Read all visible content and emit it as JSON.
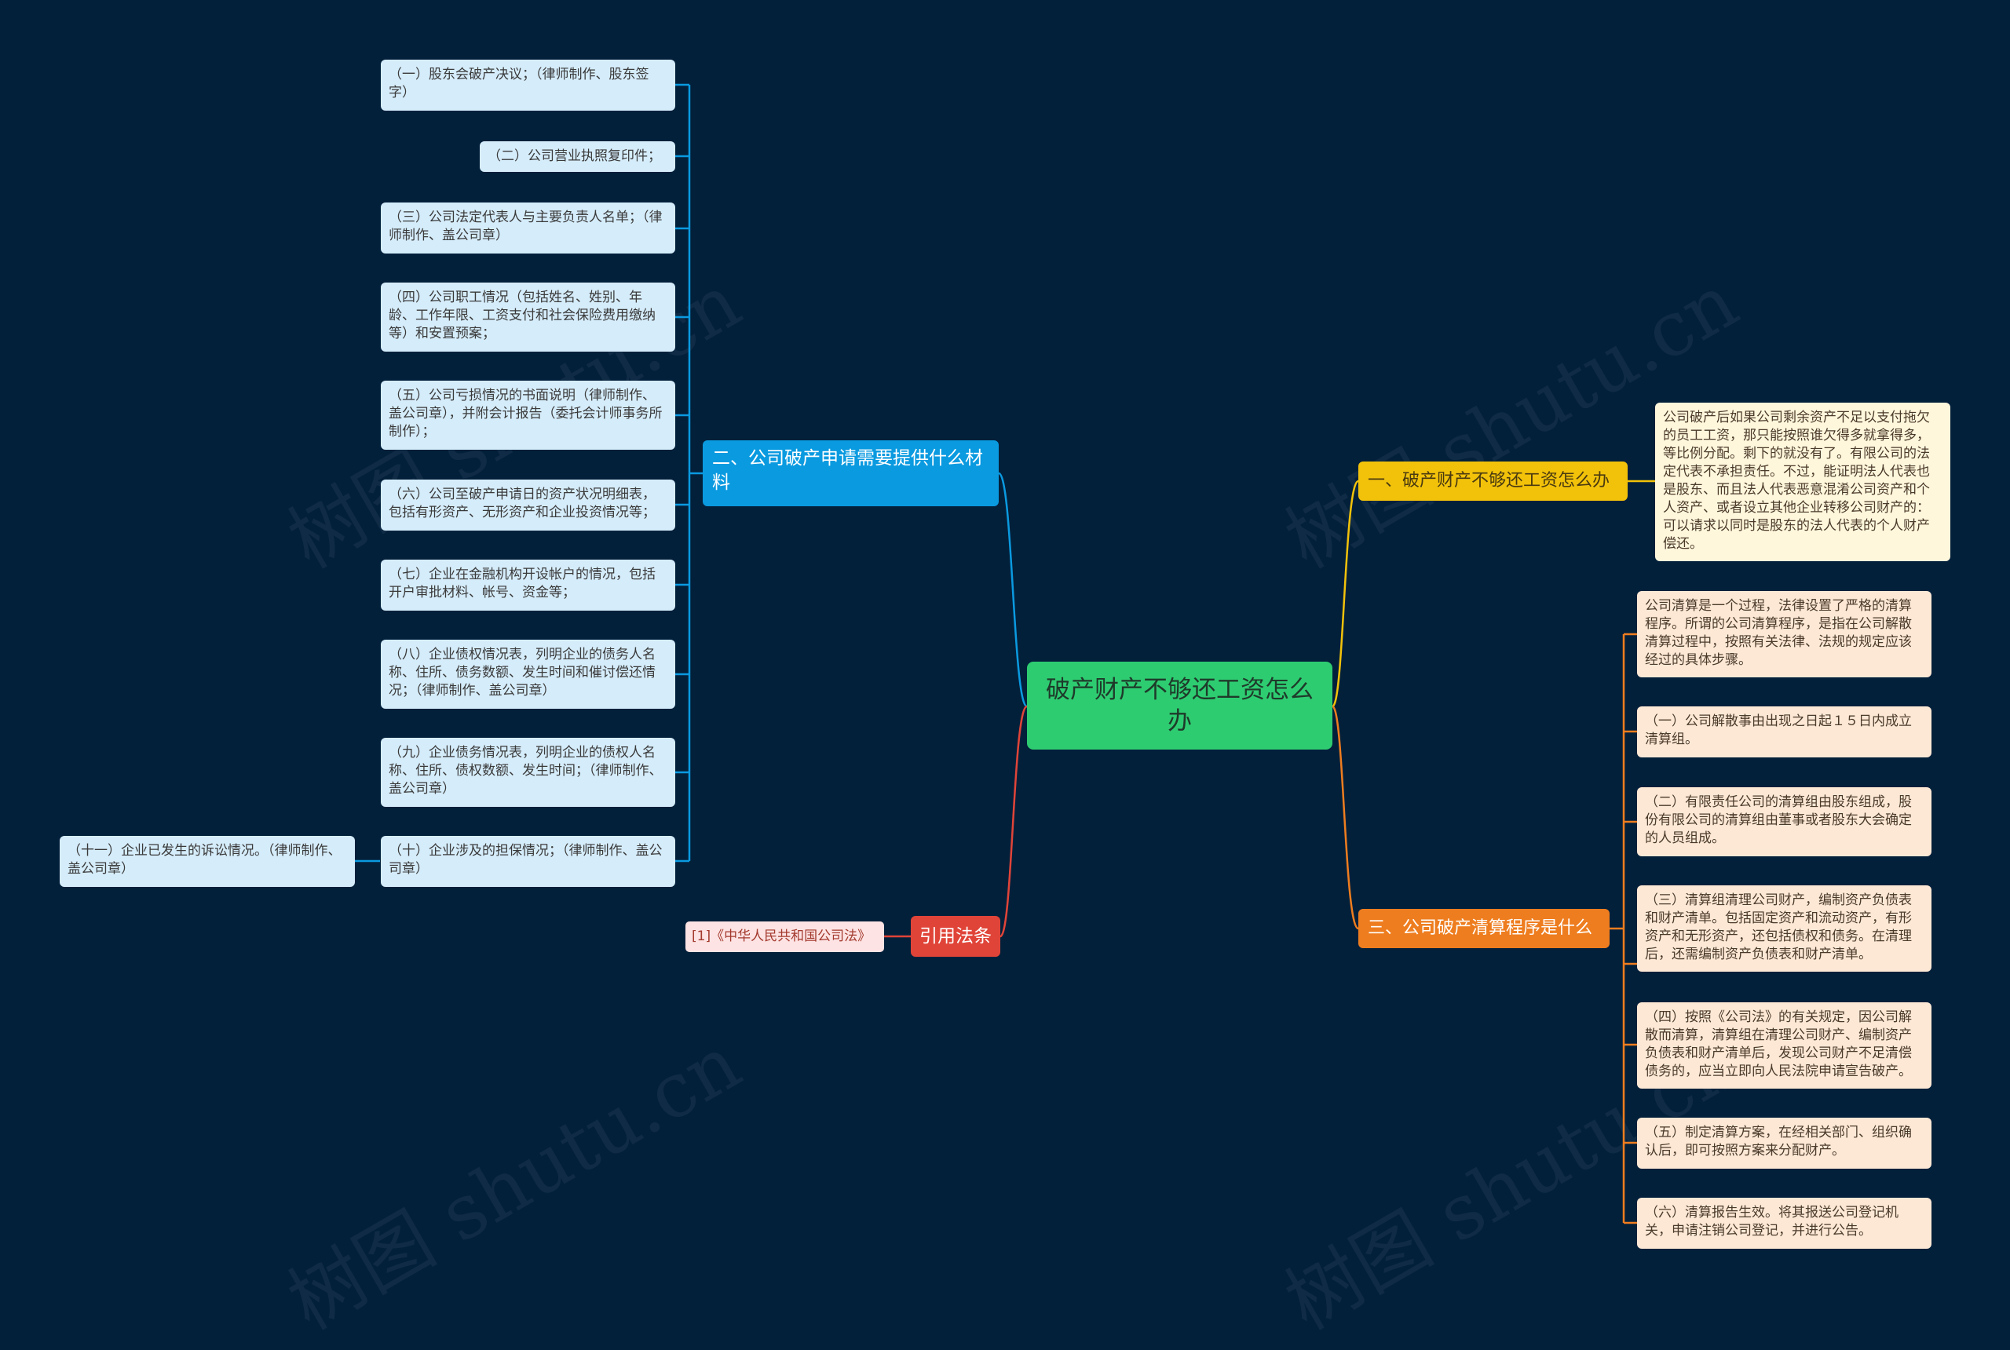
{
  "root": {
    "label": "破产财产不够还工资怎么办"
  },
  "branches": {
    "materials": {
      "label": "二、公司破产申请需要提供什么材料",
      "items": [
        "（一）股东会破产决议；（律师制作、股东签字）",
        "（二）公司营业执照复印件；",
        "（三）公司法定代表人与主要负责人名单；（律师制作、盖公司章）",
        "（四）公司职工情况（包括姓名、姓别、年龄、工作年限、工资支付和社会保险费用缴纳等）和安置预案；",
        "（五）公司亏损情况的书面说明（律师制作、盖公司章），并附会计报告（委托会计师事务所制作）；",
        "（六）公司至破产申请日的资产状况明细表，包括有形资产、无形资产和企业投资情况等；",
        "（七）企业在金融机构开设帐户的情况，包括开户审批材料、帐号、资金等；",
        "（八）企业债权情况表，列明企业的债务人名称、住所、债务数额、发生时间和催讨偿还情况；（律师制作、盖公司章）",
        "（九）企业债务情况表，列明企业的债权人名称、住所、债权数额、发生时间；（律师制作、盖公司章）",
        "（十）企业涉及的担保情况；（律师制作、盖公司章）"
      ],
      "sub_item": "（十一）企业已发生的诉讼情况。（律师制作、盖公司章）"
    },
    "citation": {
      "label": "引用法条",
      "ref": "[1]《中华人民共和国公司法》"
    },
    "wages": {
      "label": "一、破产财产不够还工资怎么办",
      "detail": "公司破产后如果公司剩余资产不足以支付拖欠的员工工资，那只能按照谁欠得多就拿得多，等比例分配。剩下的就没有了。有限公司的法定代表不承担责任。不过，能证明法人代表也是股东、而且法人代表恶意混淆公司资产和个人资产、或者设立其他企业转移公司财产的：可以请求以同时是股东的法人代表的个人财产偿还。"
    },
    "liquidation": {
      "label": "三、公司破产清算程序是什么",
      "items": [
        "公司清算是一个过程，法律设置了严格的清算程序。所谓的公司清算程序，是指在公司解散清算过程中，按照有关法律、法规的规定应该经过的具体步骤。",
        "（一）公司解散事由出现之日起１５日内成立清算组。",
        "（二）有限责任公司的清算组由股东组成，股份有限公司的清算组由董事或者股东大会确定的人员组成。",
        "（三）清算组清理公司财产，编制资产负债表和财产清单。包括固定资产和流动资产，有形资产和无形资产，还包括债权和债务。在清理后，还需编制资产负债表和财产清单。",
        "（四）按照《公司法》的有关规定，因公司解散而清算，清算组在清理公司财产、编制资产负债表和财产清单后，发现公司财产不足清偿债务的，应当立即向人民法院申请宣告破产。",
        "（五）制定清算方案，在经相关部门、组织确认后，即可按照方案来分配财产。",
        "（六）清算报告生效。将其报送公司登记机关，申请注销公司登记，并进行公告。"
      ]
    }
  },
  "watermark": "树图 shutu.cn",
  "colors": {
    "background": "#03203b",
    "root": "#2ecc71",
    "blue": "#0a9ae0",
    "yellow": "#f2c20a",
    "orange": "#ee7d1f",
    "red": "#e04438"
  }
}
